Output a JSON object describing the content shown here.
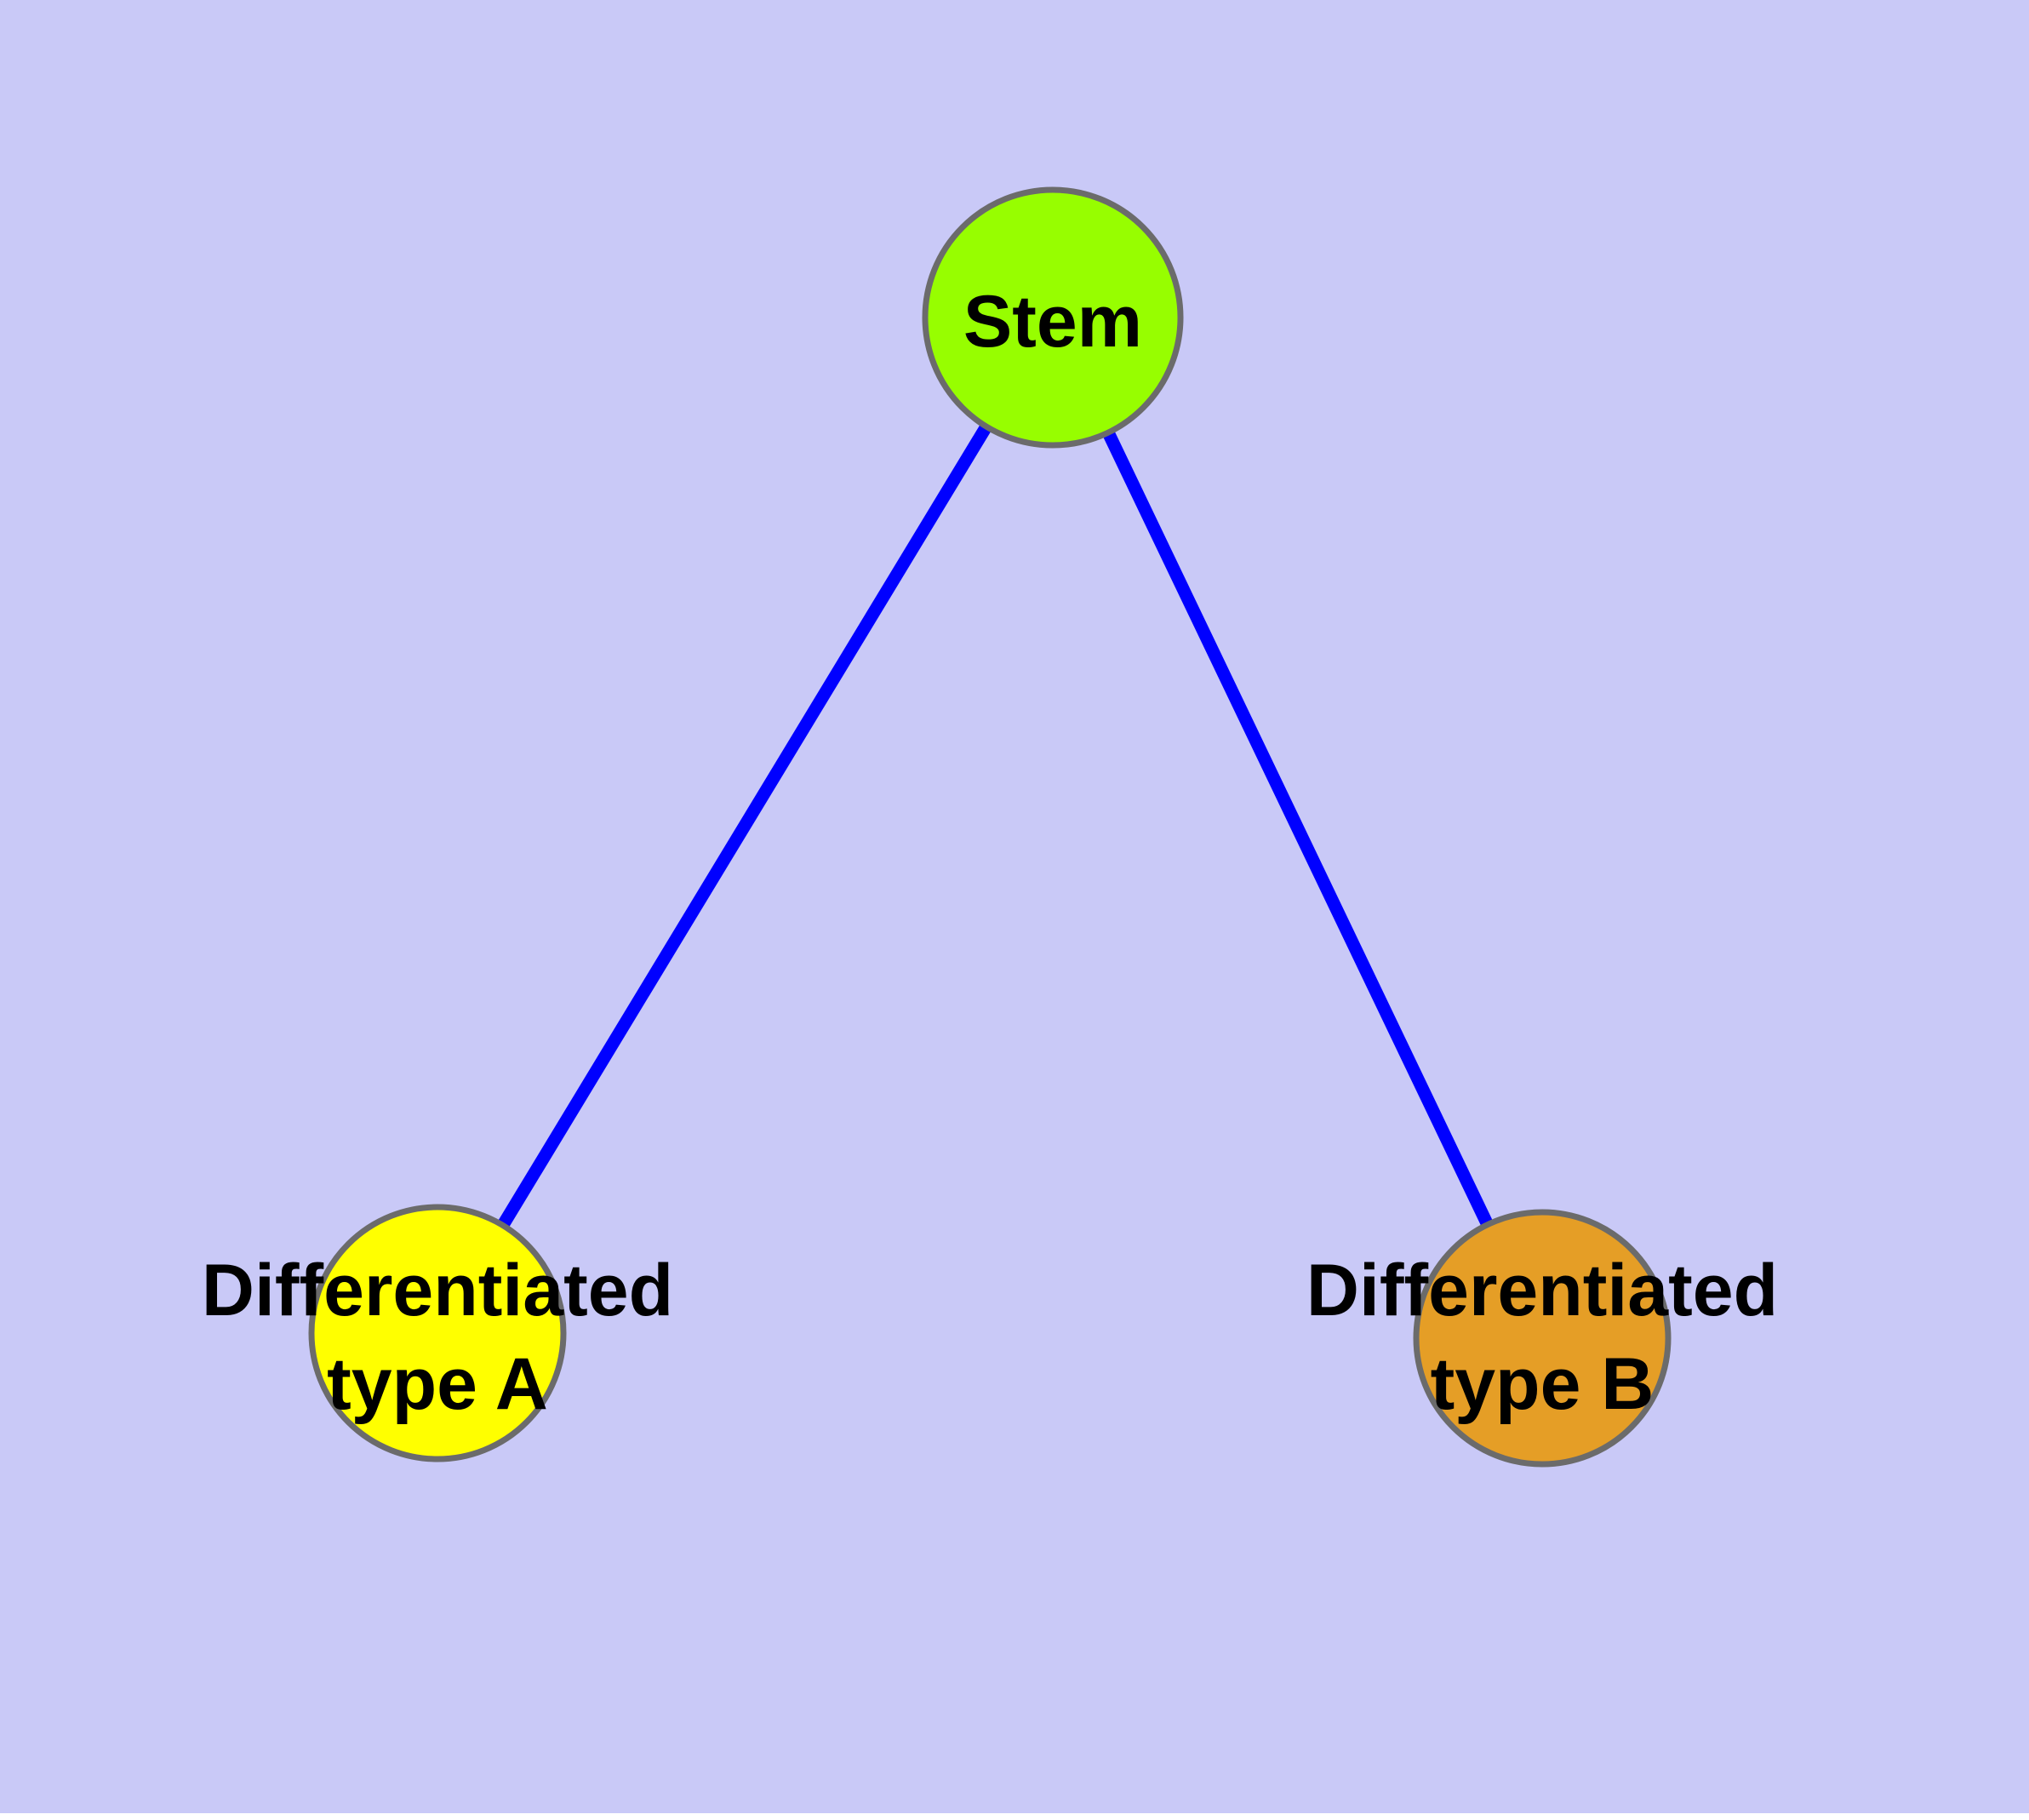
{
  "diagram": {
    "background_color": "#C9C9F7",
    "edge_color": "#0000FF",
    "node_border_color": "#6B6B6B",
    "text_color": "#000000",
    "nodes": [
      {
        "id": "stem",
        "lines": [
          "Stem"
        ],
        "fill": "#97FE00"
      },
      {
        "id": "differentiated-type-a",
        "lines": [
          "Differentiated",
          "type A"
        ],
        "fill": "#FFFF00"
      },
      {
        "id": "differentiated-type-b",
        "lines": [
          "Differentiated",
          "type B"
        ],
        "fill": "#E59E26"
      }
    ],
    "edges": [
      {
        "from": "stem",
        "to": "differentiated-type-a"
      },
      {
        "from": "stem",
        "to": "differentiated-type-b"
      }
    ]
  }
}
